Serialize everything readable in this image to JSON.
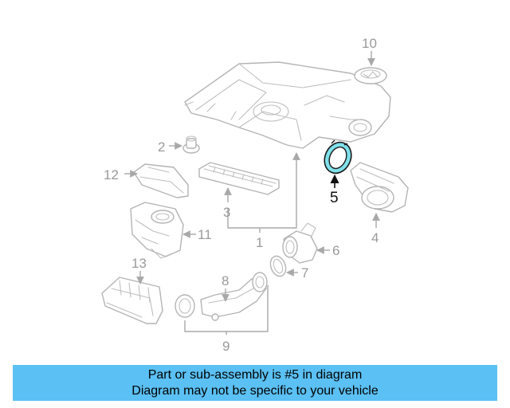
{
  "diagram": {
    "callouts": {
      "c1": "1",
      "c2": "2",
      "c3": "3",
      "c4": "4",
      "c5": "5",
      "c6": "6",
      "c7": "7",
      "c8": "8",
      "c9": "9",
      "c10": "10",
      "c11": "11",
      "c12": "12",
      "c13": "13"
    },
    "highlighted_part": "5",
    "colors": {
      "highlight_fill": "#7fe0ea",
      "outline": "#b4b4b4",
      "banner": "#5bc0f3"
    }
  },
  "banner": {
    "line1": "Part or sub-assembly is #5 in diagram",
    "line2": "Diagram may not be specific to your vehicle"
  }
}
